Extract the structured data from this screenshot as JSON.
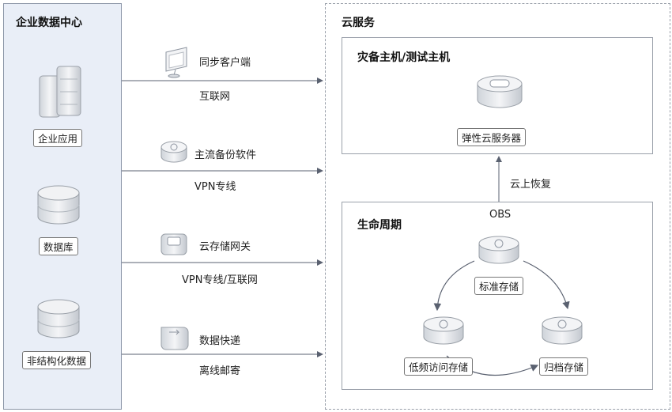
{
  "left_panel": {
    "title": "企业数据中心",
    "items": [
      "企业应用",
      "数据库",
      "非结构化数据"
    ]
  },
  "channels": [
    {
      "tool": "同步客户端",
      "link": "互联网"
    },
    {
      "tool": "主流备份软件",
      "link": "VPN专线"
    },
    {
      "tool": "云存储网关",
      "link": "VPN专线/互联网"
    },
    {
      "tool": "数据快递",
      "link": "离线邮寄"
    }
  ],
  "cloud": {
    "title": "云服务",
    "dr_box": {
      "title": "灾备主机/测试主机",
      "server_label": "弹性云服务器"
    },
    "recover_label": "云上恢复",
    "lifecycle": {
      "title": "生命周期",
      "obs_label": "OBS",
      "storage": [
        "标准存储",
        "归档存储",
        "低频访问存储"
      ]
    }
  }
}
